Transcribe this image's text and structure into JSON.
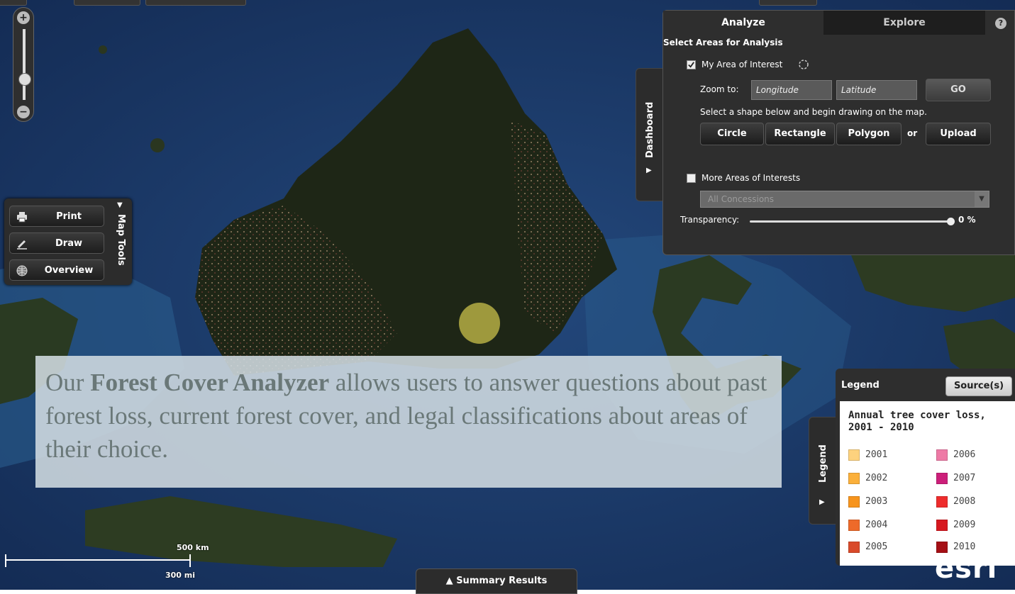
{
  "map_tools": {
    "print_label": "Print",
    "draw_label": "Draw",
    "overview_label": "Overview",
    "tab_label": "Map Tools"
  },
  "dashboard": {
    "tab_label": "Dashboard",
    "tabs": [
      {
        "label": "Analyze"
      },
      {
        "label": "Explore"
      }
    ],
    "help_label": "?",
    "section_title": "Select Areas for Analysis",
    "aoi_label": "My Area of Interest",
    "aoi_checked": true,
    "zoom_to_label": "Zoom to:",
    "longitude_placeholder": "Longitude",
    "latitude_placeholder": "Latitude",
    "go_label": "GO",
    "shape_hint": "Select a shape below and begin drawing on the map.",
    "shapes": [
      {
        "label": "Circle"
      },
      {
        "label": "Rectangle"
      },
      {
        "label": "Polygon"
      }
    ],
    "or_label": "or",
    "upload_label": "Upload",
    "more_areas_label": "More Areas of Interests",
    "more_areas_checked": false,
    "concessions_value": "All Concessions",
    "transparency_label": "Transparency:",
    "transparency_value": "0 %"
  },
  "caption": {
    "prefix": "Our ",
    "bold": "Forest Cover Analyzer",
    "suffix": " allows users to answer questions about past forest loss, current forest cover, and legal classifications about areas of their choice."
  },
  "legend": {
    "tab_label": "Legend",
    "header": "Legend",
    "sources_label": "Source(s)",
    "title": "Annual tree cover loss, 2001 - 2010",
    "items": [
      {
        "label": "2001",
        "color": "#fdd27e"
      },
      {
        "label": "2002",
        "color": "#fbb03b"
      },
      {
        "label": "2003",
        "color": "#f7941d"
      },
      {
        "label": "2004",
        "color": "#ee6a2a"
      },
      {
        "label": "2005",
        "color": "#d94a2a"
      },
      {
        "label": "2006",
        "color": "#ee7aa6"
      },
      {
        "label": "2007",
        "color": "#cc1f7a"
      },
      {
        "label": "2008",
        "color": "#ee2c2c"
      },
      {
        "label": "2009",
        "color": "#d7181f"
      },
      {
        "label": "2010",
        "color": "#a50f15"
      }
    ]
  },
  "scale": {
    "km": "500 km",
    "mi": "300 mi"
  },
  "logo": "esri",
  "summary_label": "▲ Summary Results",
  "colors": {
    "panel": "#2e2e2e",
    "ocean": "#1b3a6b",
    "land": "#1f2616"
  }
}
